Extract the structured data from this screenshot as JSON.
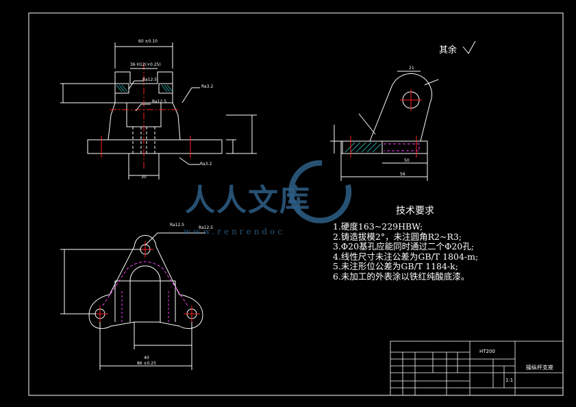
{
  "technical_requirements": {
    "title": "技术要求",
    "items": [
      "1.硬度163~229HBW;",
      "2.铸造拔模2°，未注圆角R2~R3;",
      "3.Φ20基孔应能同时通过二个Φ20孔;",
      "4.线性尺寸未注公差为GB/T 1804-m;",
      "5.未注形位公差为GB/T 1184-k;",
      "6.未加工的外表涂以铁红纯酸底漆。"
    ]
  },
  "roughness_note": "其余",
  "watermark": {
    "text": "人人文库",
    "url": "www.renrendoc"
  },
  "title_block": {
    "part_name": "操纵杆支座",
    "scale": "1:1",
    "material": "HT200"
  },
  "colors": {
    "background": "#000000",
    "lines": "#ffffff",
    "center": "#ff2020",
    "hidden": "#ff40ff",
    "hatch": "#2aa0a0",
    "dim": "#ffffff",
    "watermark": "#2e5f86"
  }
}
